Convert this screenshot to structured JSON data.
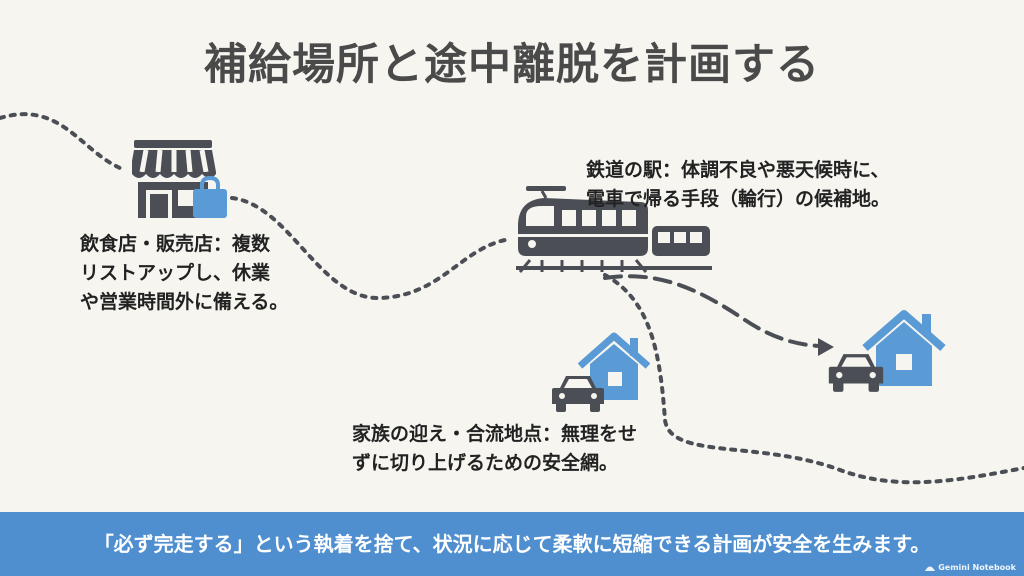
{
  "title": "補給場所と途中離脱を計画する",
  "shop": {
    "lines": [
      "飲食店・販売店：複数",
      "リストアップし、休業",
      "や営業時間外に備える。"
    ]
  },
  "station": {
    "lines": [
      "鉄道の駅：体調不良や悪天候時に、",
      "電車で帰る手段（輪行）の候補地。"
    ]
  },
  "family": {
    "lines": [
      "家族の迎え・合流地点：無理をせ",
      "ずに切り上げるための安全網。"
    ]
  },
  "banner": {
    "text": "「必ず完走する」という執着を捨て、状況に応じて柔軟に短縮できる計画が安全を生みます。"
  },
  "badge": {
    "text": "Gemini Notebook"
  },
  "colors": {
    "accent": "#5b9bd5",
    "dark": "#4b4f55",
    "banner": "#4f8fd0",
    "background": "#f6f5f0"
  },
  "icons": [
    "shop-icon",
    "shopping-bag-icon",
    "train-icon",
    "car-icon",
    "house-icon",
    "arrow-icon"
  ]
}
